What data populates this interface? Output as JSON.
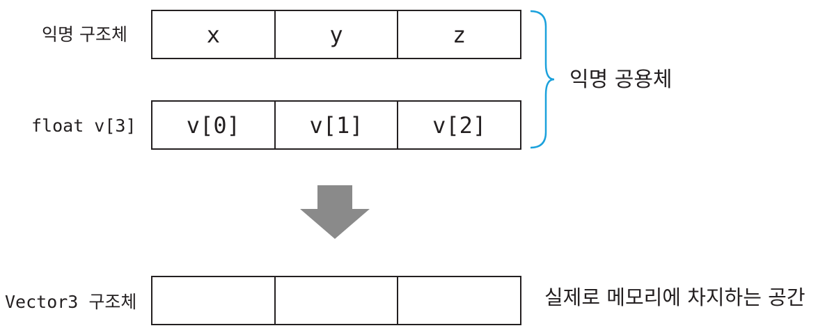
{
  "rows": [
    {
      "label": "익명 구조체",
      "cells": [
        "x",
        "y",
        "z"
      ]
    },
    {
      "label": "float v[3]",
      "cells": [
        "v[0]",
        "v[1]",
        "v[2]"
      ]
    },
    {
      "label": "Vector3 구조체",
      "cells": [
        "",
        "",
        ""
      ]
    }
  ],
  "brace_label": "익명 공용체",
  "memory_label": "실제로 메모리에 차지하는 공간",
  "colors": {
    "line": "#231f20",
    "brace": "#1ba1dc",
    "arrow": "#8a8a8a"
  }
}
